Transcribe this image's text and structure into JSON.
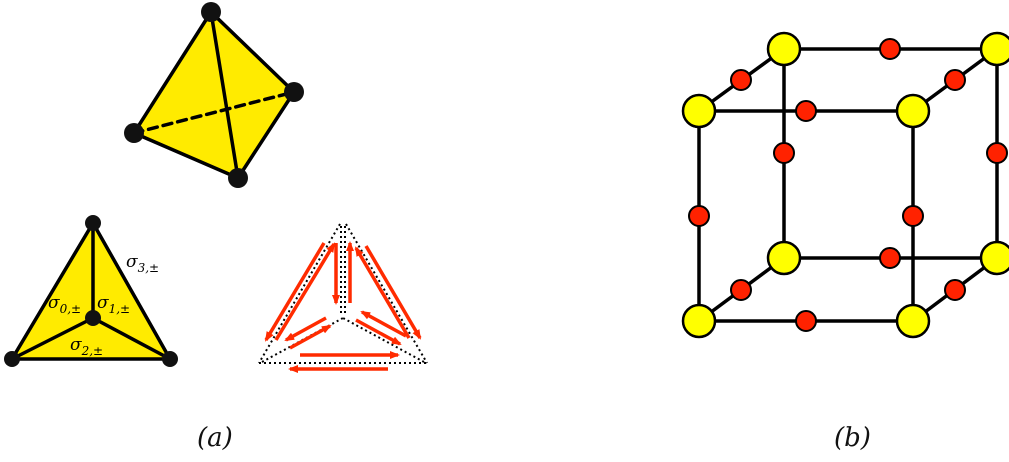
{
  "colors": {
    "face_fill": "#ffeb00",
    "vertex_fill": "#111111",
    "edge_stroke": "#000000",
    "arrow_red": "#ff2b00",
    "site_yellow": "#ffff00",
    "site_red": "#ff2200"
  },
  "panel_a": {
    "caption": "(a)",
    "labels": {
      "sigma0": {
        "base": "σ",
        "sub": "0,±"
      },
      "sigma1": {
        "base": "σ",
        "sub": "1,±"
      },
      "sigma2": {
        "base": "σ",
        "sub": "2,±"
      },
      "sigma3": {
        "base": "σ",
        "sub": "3,±"
      }
    }
  },
  "panel_b": {
    "caption": "(b)"
  }
}
